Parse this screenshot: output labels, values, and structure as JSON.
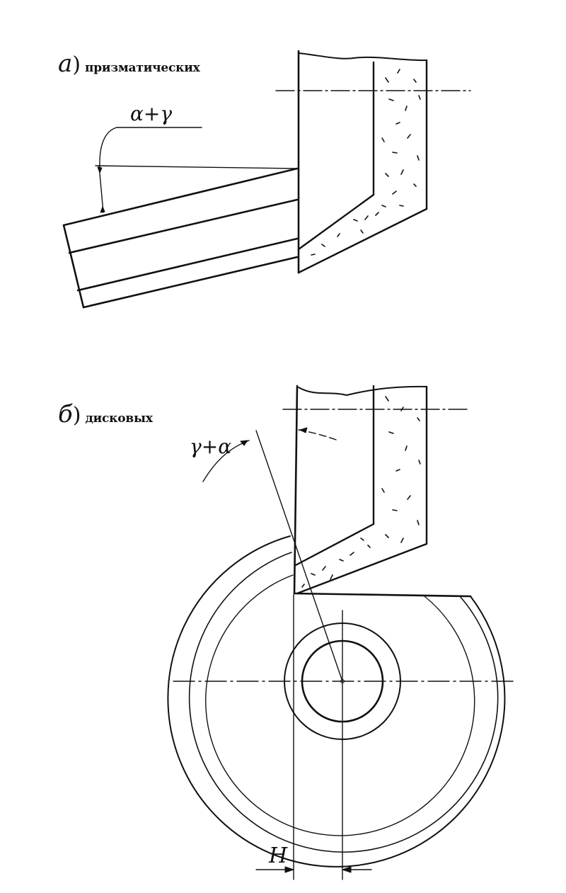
{
  "figure_a": {
    "letter": "а",
    "paren": ")",
    "caption": "призматических",
    "angle_label": "α+γ"
  },
  "figure_b": {
    "letter": "б",
    "paren": ")",
    "caption": "дисковых",
    "angle_label": "γ+α",
    "dimension_label": "H"
  },
  "colors": {
    "ink": "#111111",
    "paper": "#ffffff"
  }
}
